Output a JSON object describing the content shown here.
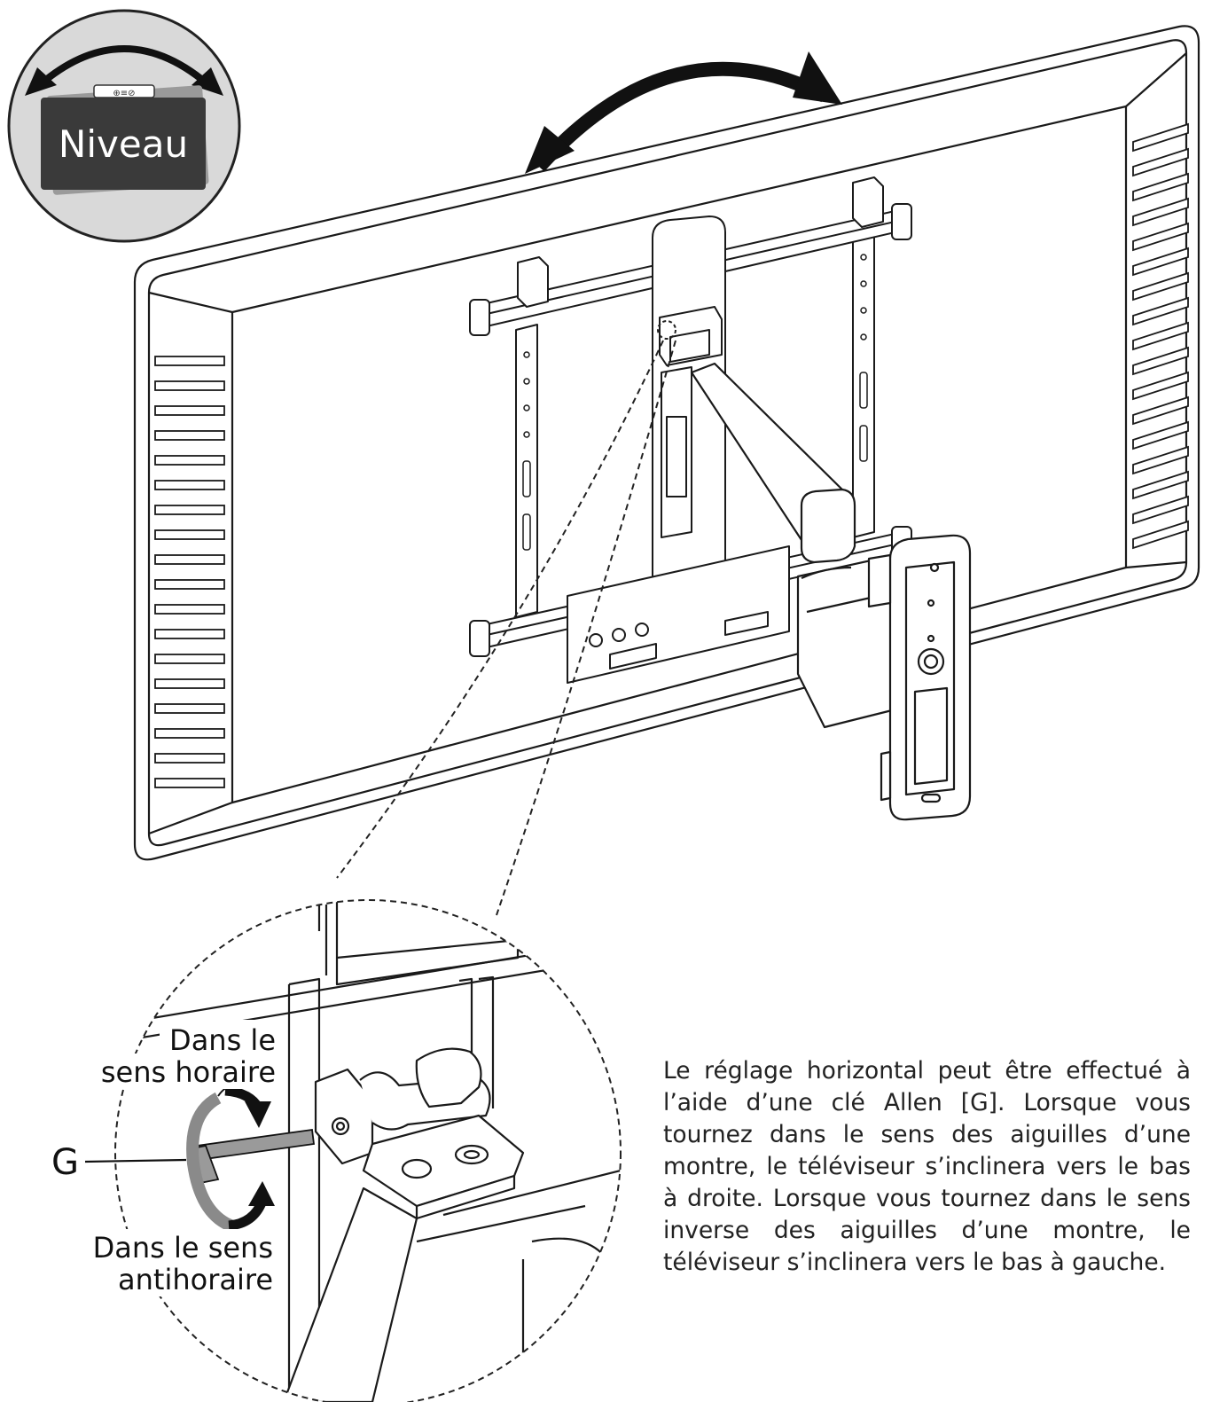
{
  "level_badge": {
    "word": "Niveau",
    "bubble_glyph": "⊕≡⊘"
  },
  "labels": {
    "clockwise_line1": "Dans le",
    "clockwise_line2": "sens horaire",
    "counterclockwise_line1": "Dans le sens",
    "counterclockwise_line2": "antihoraire",
    "tool_letter": "G"
  },
  "description": "Le réglage horizontal peut être effectué à l’aide d’une clé Allen [G]. Lorsque vous tournez dans le sens des aiguilles d’une montre, le téléviseur s’inclinera vers le bas à droite. Lorsque vous tournez dans le sens inverse des aiguilles d’une montre, le téléviseur s’inclinera vers le bas à gauche.",
  "colors": {
    "line": "#1a1a1a",
    "badge_fill": "#3a3a3a",
    "badge_circle": "#d9d9d9",
    "wrench": "#9a9a9a"
  },
  "icons": {
    "rotation_arrow": "double-headed-curved-arrow",
    "level_tool": "spirit-level-icon",
    "allen_key": "allen-key-icon"
  }
}
